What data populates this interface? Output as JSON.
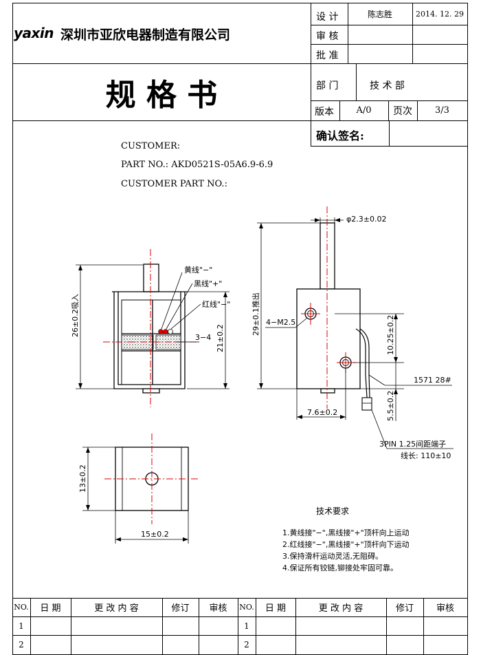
{
  "header": {
    "logo": "yaxin",
    "company": "深圳市亚欣电器制造有限公司",
    "doc_title": "规 格 书",
    "fields": {
      "design_label": "设 计",
      "design_person": "陈志胜",
      "design_date": "2014. 12. 29",
      "review_label": "审 核",
      "approve_label": "批 准",
      "dept_label": "部 门",
      "dept_value": "技 术 部",
      "version_label": "版本",
      "version_value": "A/0",
      "page_label": "页次",
      "page_value": "3/3",
      "confirm_label": "确认签名:"
    }
  },
  "info": {
    "customer": "CUSTOMER:",
    "part_no": "PART NO.: AKD0521S-05A6.9-6.9",
    "customer_part_no": "CUSTOMER PART NO.:"
  },
  "drawing": {
    "front": {
      "yellow": "黄线\"−\"",
      "black": "黑线\"+\"",
      "red": "红线\"−\"",
      "coil": "3−4",
      "height_dim": "26±0.2吸入",
      "body_dim": "21±0.2"
    },
    "side": {
      "diameter": "φ2.3±0.02",
      "screw": "4−M2.5",
      "push_dim": "29±0.1推出",
      "hole_dim": "10.25±0.2",
      "wire_code": "1571 28#",
      "bottom_dim": "5.5±0.2",
      "width_dim": "7.6±0.2",
      "terminal": "3PIN 1.25间距端子",
      "wire_len": "线长: 110±10"
    },
    "top": {
      "height_dim": "13±0.2",
      "width_dim": "15±0.2"
    }
  },
  "tech": {
    "title": "技术要求",
    "items": [
      "1.黄线接\"−\",黑线接\"+\"顶杆向上运动",
      "2.红线接\"−\",黑线接\"+\"顶杆向下运动",
      "3.保持滑杆运动灵活,无阻碍。",
      "4.保证所有铰链,铆接处牢固可靠。"
    ]
  },
  "revision": {
    "headers": [
      "NO.",
      "日 期",
      "更 改 内 容",
      "修订",
      "审核"
    ],
    "rows": [
      "1",
      "2"
    ]
  }
}
